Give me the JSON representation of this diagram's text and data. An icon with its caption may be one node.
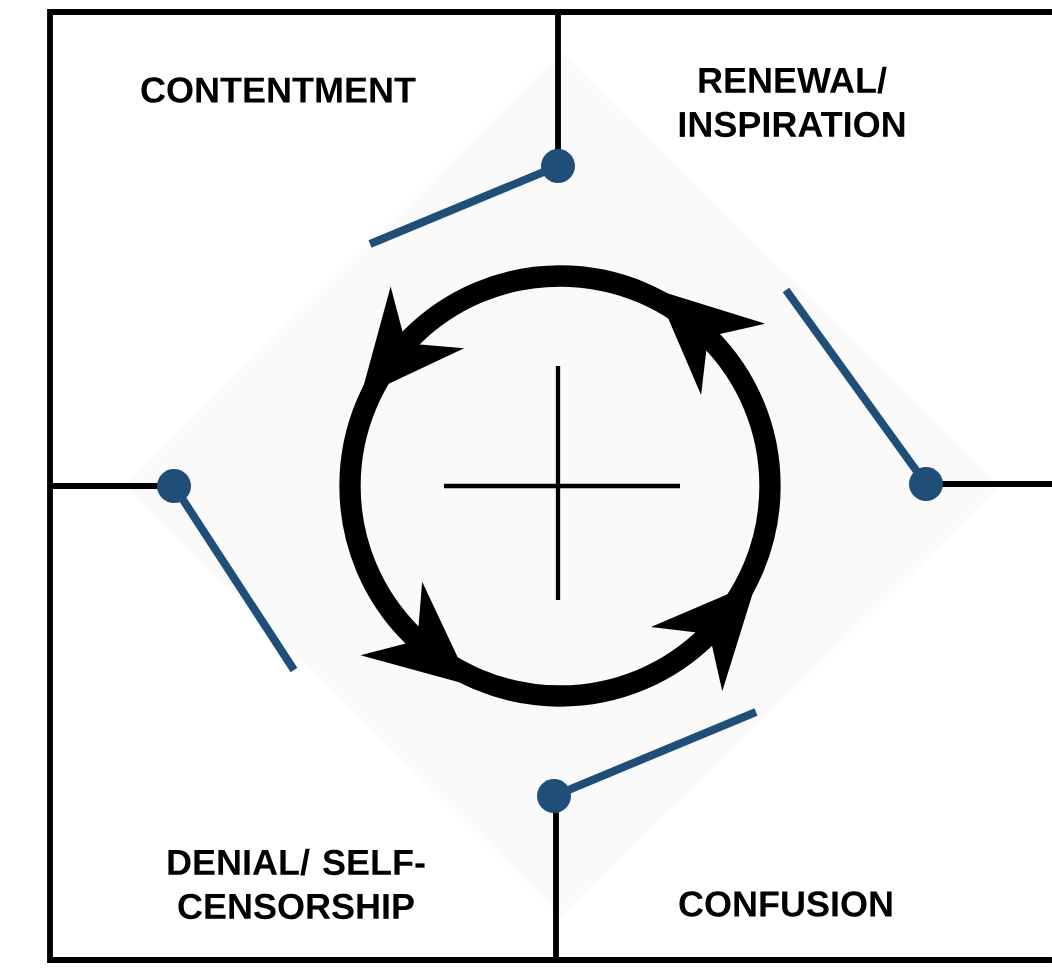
{
  "diagram": {
    "nodes": [
      {
        "text": [
          "CONTENTMENT"
        ]
      },
      {
        "text": [
          "RENEWAL/ INSPIRATION"
        ]
      },
      {
        "text": [
          "DENIAL/ SELF-CENSORSHIP"
        ]
      },
      {
        "text": [
          "CONFUSION"
        ]
      }
    ]
  }
}
